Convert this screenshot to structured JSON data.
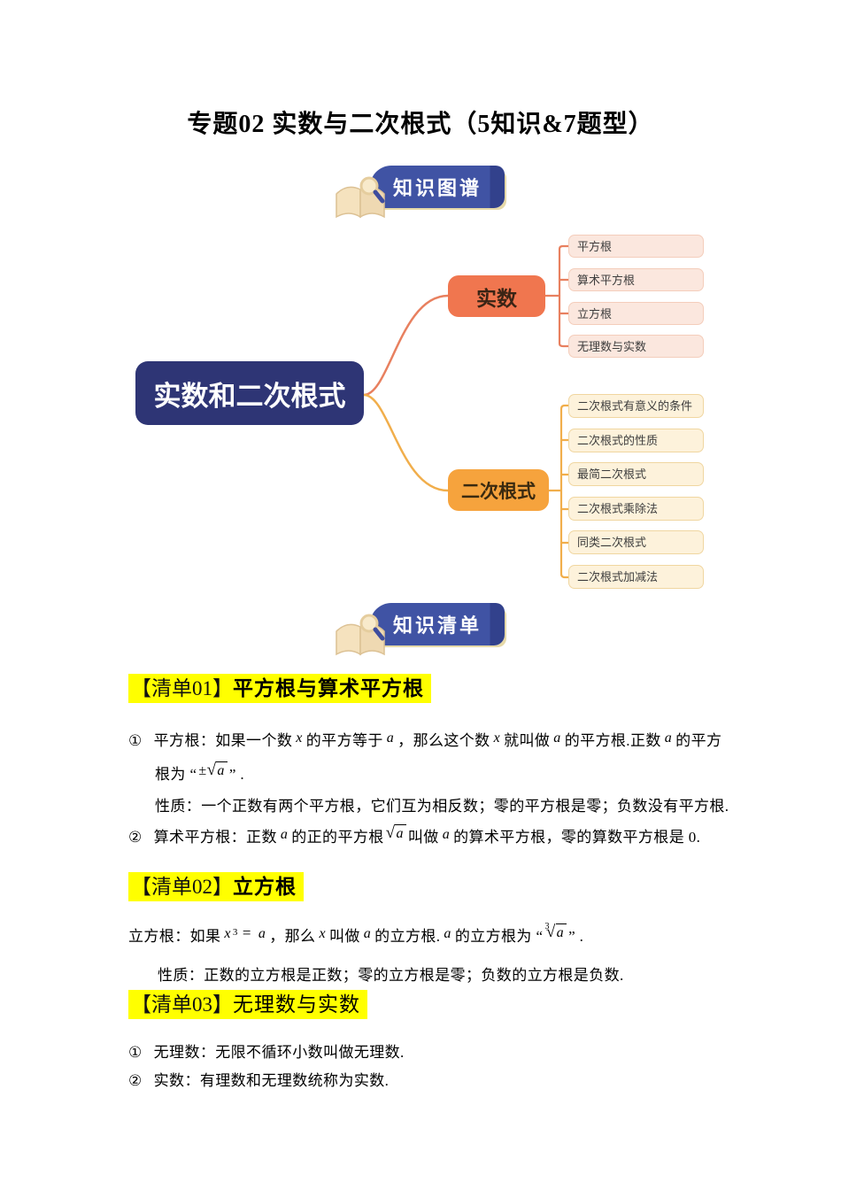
{
  "page": {
    "title": "专题02 实数与二次根式（5知识&7题型）"
  },
  "badges": {
    "map": "知识图谱",
    "list": "知识清单"
  },
  "mindmap": {
    "root": "实数和二次根式",
    "branch1": {
      "label": "实数",
      "children": [
        "平方根",
        "算术平方根",
        "立方根",
        "无理数与实数"
      ]
    },
    "branch2": {
      "label": "二次根式",
      "children": [
        "二次根式有意义的条件",
        "二次根式的性质",
        "最简二次根式",
        "二次根式乘除法",
        "同类二次根式",
        "二次根式加减法"
      ]
    }
  },
  "math": {
    "x": "x",
    "a": "a",
    "pm": "±",
    "root": "√",
    "sup3": "3",
    "eq": "="
  },
  "content": {
    "s1": {
      "heading_tag": "【清单01】",
      "heading_title": "平方根与算术平方根",
      "item1_num": "①",
      "item1_a": "平方根：如果一个数",
      "item1_b": "的平方等于",
      "item1_c": "，那么这个数",
      "item1_d": "就叫做",
      "item1_e": "的平方根.正数",
      "item1_f": "的平方",
      "line2_a": "根为 “",
      "line2_b": "” .",
      "line3": "性质：一个正数有两个平方根，它们互为相反数；零的平方根是零；负数没有平方根.",
      "item2_num": "②",
      "item2_a": "算术平方根：正数",
      "item2_b": "的正的平方根",
      "item2_c": "叫做",
      "item2_d": "的算术平方根，零的算数平方根是 0."
    },
    "s2": {
      "heading_tag": "【清单02】",
      "heading_title": "立方根",
      "l1_a": "立方根：如果",
      "l1_b": "，那么",
      "l1_c": "叫做",
      "l1_d": "的立方根.",
      "l1_e": "的立方根为 “",
      "l1_f": "” .",
      "l2": "性质：正数的立方根是正数；零的立方根是零；负数的立方根是负数."
    },
    "s3": {
      "heading_tag": "【清单03】",
      "heading_title": "无理数与实数",
      "i1_num": "①",
      "i1": "无理数：无限不循环小数叫做无理数.",
      "i2_num": "②",
      "i2": "实数：有理数和无理数统称为实数."
    }
  },
  "colors": {
    "root_navy": "#2E3575",
    "badge_blue": "#4053A4",
    "node_orange": "#F0764F",
    "node_amber": "#F6A33D",
    "leaf_pink_bg": "#FBE7DE",
    "leaf_pink_border": "#F4CDBB",
    "leaf_cream_bg": "#FDF2DB",
    "leaf_cream_border": "#F0D6A0",
    "edge_salmon": "#E8805F",
    "edge_amber": "#F1AE4B",
    "highlight": "#FFFF00"
  }
}
